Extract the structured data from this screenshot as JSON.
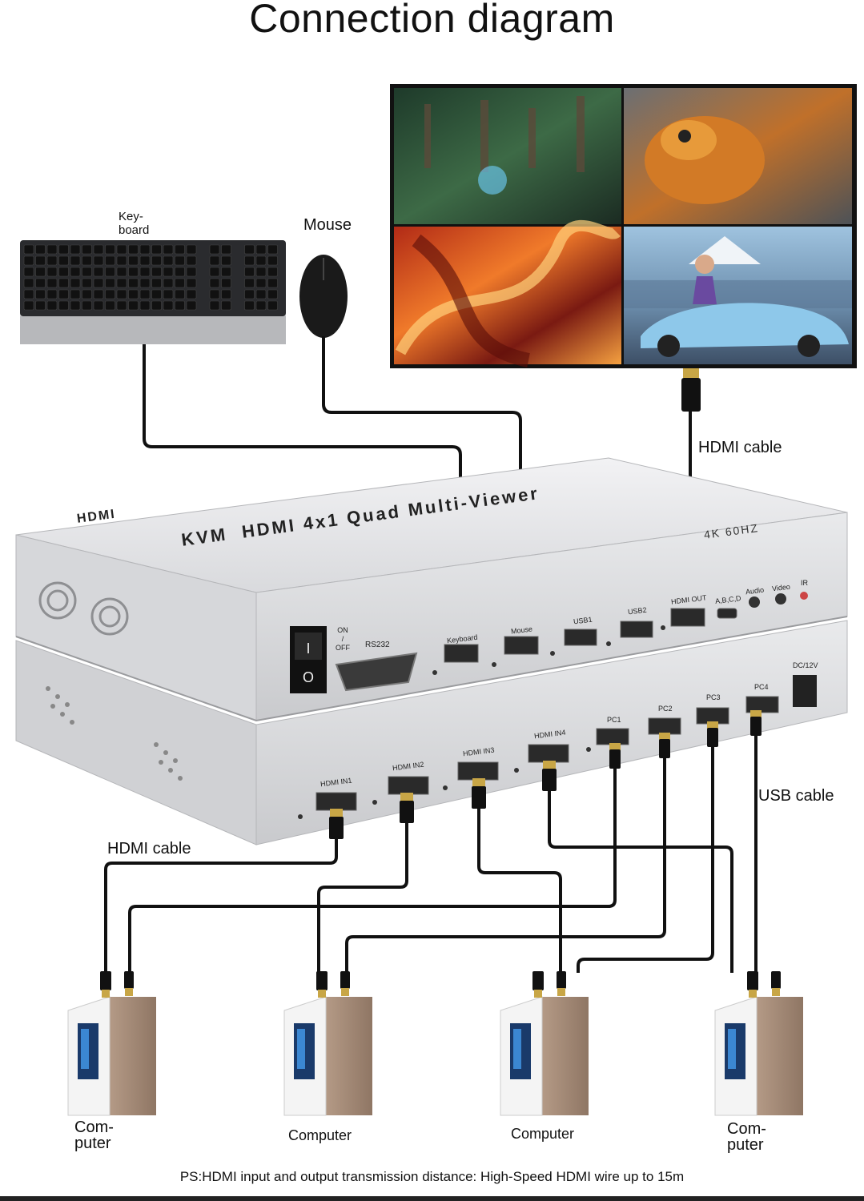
{
  "title": "Connection diagram",
  "keyboard_label": "Key-\nboard",
  "mouse_label": "Mouse",
  "hdmi_cable_top": "HDMI cable",
  "hdmi_cable_bottom": "HDMI cable",
  "usb_cable": "USB cable",
  "device": {
    "logo": "HDMI",
    "name": "KVM  HDMI 4x1 Quad Multi-Viewer",
    "resolution": "4K 60HZ",
    "front_ports": [
      "Keyboard",
      "Mouse",
      "USB1",
      "USB2",
      "HDMI OUT",
      "A,B,C,D",
      "Audio",
      "Video",
      "IR"
    ],
    "switch_label": "ON\n/\nOFF",
    "rs232": "RS232",
    "dc": "DC/12V",
    "hdmi_inputs": [
      "HDMI IN1",
      "HDMI IN2",
      "HDMI IN3",
      "HDMI IN4"
    ],
    "pc_ports": [
      "PC1",
      "PC2",
      "PC3",
      "PC4"
    ]
  },
  "computers": [
    "Com-\nputer",
    "Computer",
    "Computer",
    "Com-\nputer"
  ],
  "footnote": "PS:HDMI input and output transmission distance: High-Speed HDMI wire up to 15m"
}
